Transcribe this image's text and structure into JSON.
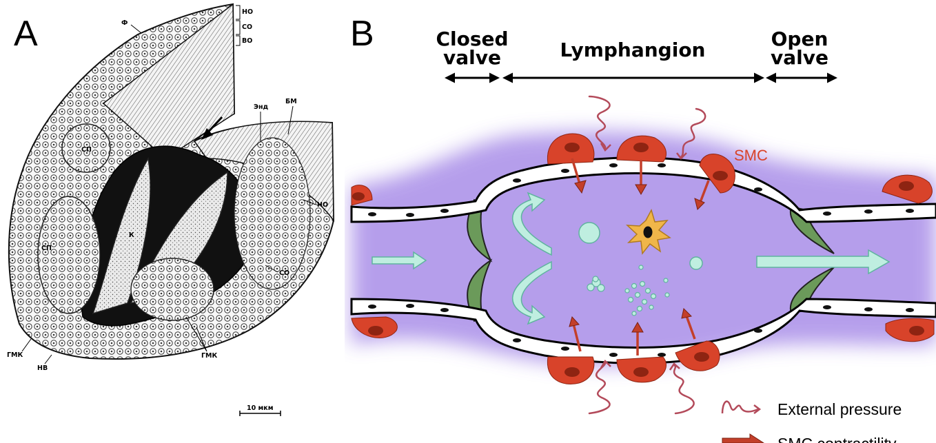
{
  "panel_a": {
    "letter": "A",
    "labels": {
      "f": "Ф",
      "no_top": "НО",
      "so_top": "СО",
      "vo": "ВО",
      "end": "Энд",
      "bm": "БМ",
      "sp_top": "СП",
      "sp_left": "СП",
      "k": "К",
      "no_right": "НО",
      "so_right": "СО",
      "gmk_left": "ГМК",
      "gmk_right": "ГМК",
      "nv": "НВ"
    },
    "scale_bar": "10 мкм"
  },
  "panel_b": {
    "letter": "B",
    "header_closed_line1": "Closed",
    "header_closed_line2": "valve",
    "header_lymphangion": "Lymphangion",
    "header_open_line1": "Open",
    "header_open_line2": "valve",
    "smc_label": "SMC",
    "legend_external": "External pressure",
    "legend_contractility": "SMC contractility"
  },
  "colors": {
    "smc_fill": "#d8432a",
    "smc_nucleus": "#8e2412",
    "haze": "#a98ee8",
    "valve_green": "#6b9a5a",
    "flow_arrow": "#bfeee0",
    "flow_stroke": "#5fb39f",
    "pressure_wave": "#b34a5a",
    "contract_arrow": "#c33f2a",
    "immune_cell": "#f0b64a"
  }
}
